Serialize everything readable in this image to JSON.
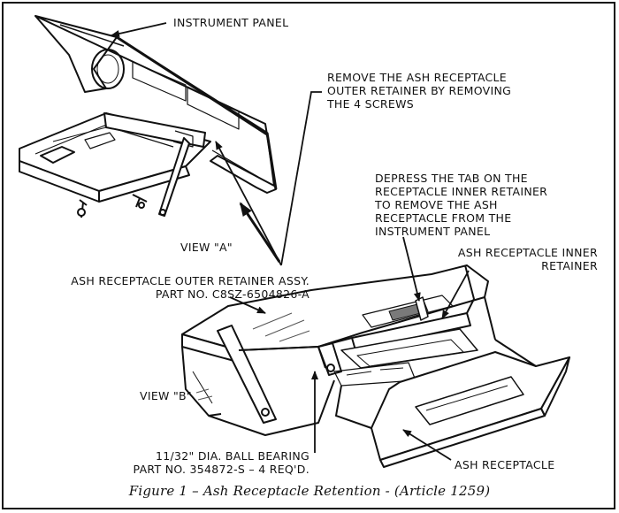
{
  "labels": {
    "instrument_panel": "INSTRUMENT PANEL",
    "remove_outer_retainer": "REMOVE THE ASH RECEPTACLE\nOUTER RETAINER BY REMOVING\nTHE 4 SCREWS",
    "depress_tab": "DEPRESS THE TAB ON THE\nRECEPTACLE INNER RETAINER\nTO REMOVE THE ASH\nRECEPTACLE FROM THE\nINSTRUMENT PANEL",
    "view_a": "VIEW \"A\"",
    "inner_retainer": "ASH RECEPTACLE INNER\nRETAINER",
    "outer_retainer_assy": "ASH RECEPTACLE OUTER RETAINER ASSY.\nPART NO. C8SZ-6504826-A",
    "view_b": "VIEW \"B\"",
    "ball_bearing": "11/32\" DIA. BALL BEARING\nPART NO. 354872-S – 4 REQ'D.",
    "ash_receptacle": "ASH RECEPTACLE"
  },
  "caption": "Figure 1 – Ash Receptacle Retention - (Article 1259)",
  "colors": {
    "ink": "#111111",
    "paper": "#ffffff",
    "shade": "#7a7a7a"
  }
}
